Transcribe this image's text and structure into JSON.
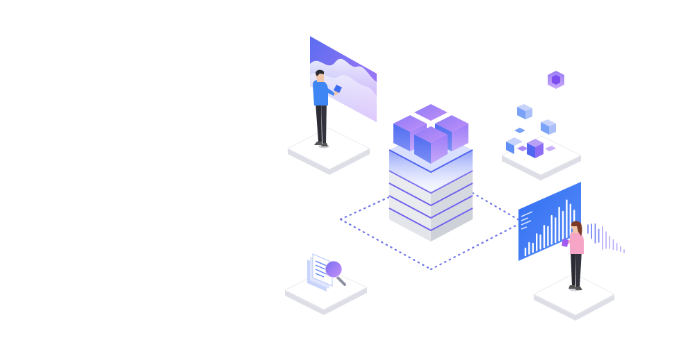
{
  "illustration": {
    "chart_bar_levels": [
      0.18,
      0.28,
      0.22,
      0.42,
      0.35,
      0.55,
      0.48,
      0.72,
      0.62,
      0.85,
      0.7,
      0.95,
      0.8,
      0.6
    ],
    "side_spark_levels": [
      0.35,
      0.6,
      0.8,
      0.55,
      0.95,
      0.7,
      0.5,
      0.4,
      0.3,
      0.2,
      0.12
    ],
    "colors": {
      "primary": "#5b6cf0",
      "accent": "#a66bf5",
      "blue": "#3d6cf0",
      "platform_top": "#ffffff",
      "platform_side": "#dedfe6",
      "shirt_man": "#3f86f5",
      "shirt_woman": "#f6a5c7",
      "pants": "#2b2b34"
    },
    "icons": [
      "data-server",
      "analytics-screen",
      "bar-chart-screen",
      "document-search",
      "stacked-cubes"
    ]
  }
}
